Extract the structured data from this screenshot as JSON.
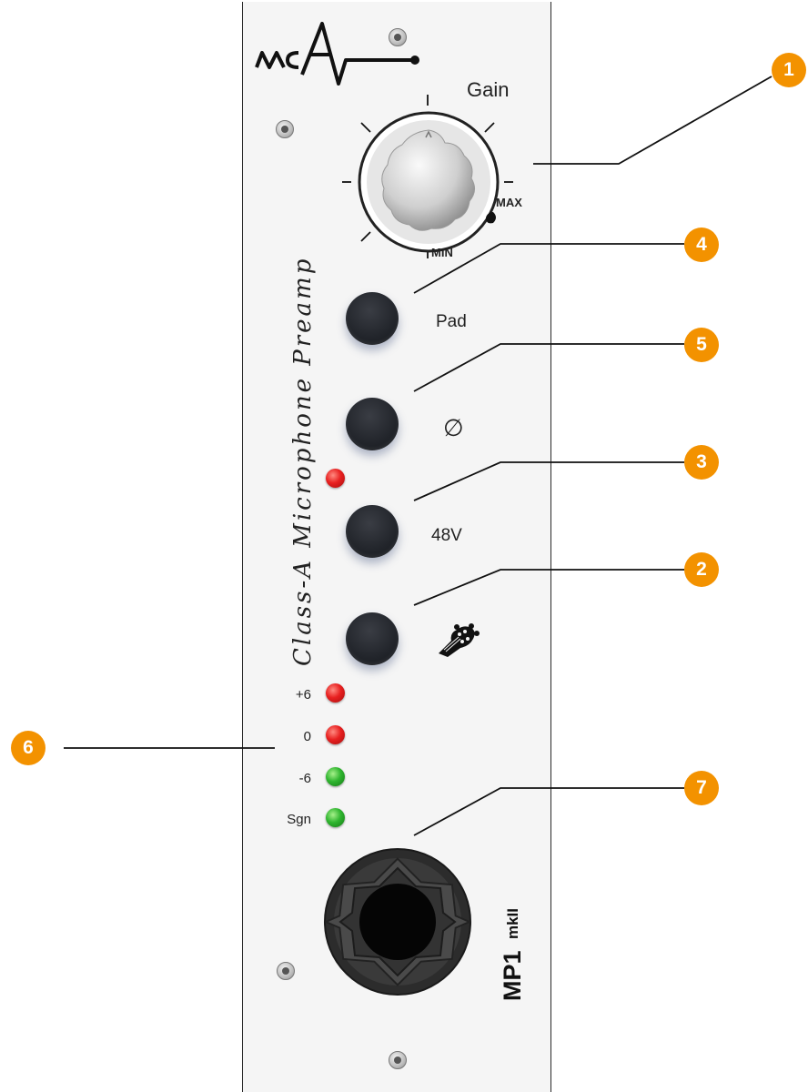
{
  "panel": {
    "gain_label": "Gain",
    "min_label": "MIN",
    "max_label": "MAX",
    "pad_label": "Pad",
    "phase_label": "∅",
    "v48_label": "48V",
    "side_text": "Class-A Microphone Preamp",
    "model_name": "MP1",
    "model_sub": "mkII",
    "meter_labels": [
      "+6",
      "0",
      "-6",
      "Sgn"
    ],
    "meter_colors": [
      "red",
      "red",
      "green",
      "green"
    ],
    "logo": "MCA"
  },
  "callouts": [
    "1",
    "4",
    "5",
    "3",
    "2",
    "6",
    "7"
  ],
  "colors": {
    "callout": "#f39200",
    "led_red": "#e82020",
    "led_green": "#2fb52f",
    "button": "#22252b"
  },
  "icons": {
    "gain_knob": "gain-knob",
    "instrument": "guitar-headstock-icon",
    "logo": "mca-logo"
  }
}
